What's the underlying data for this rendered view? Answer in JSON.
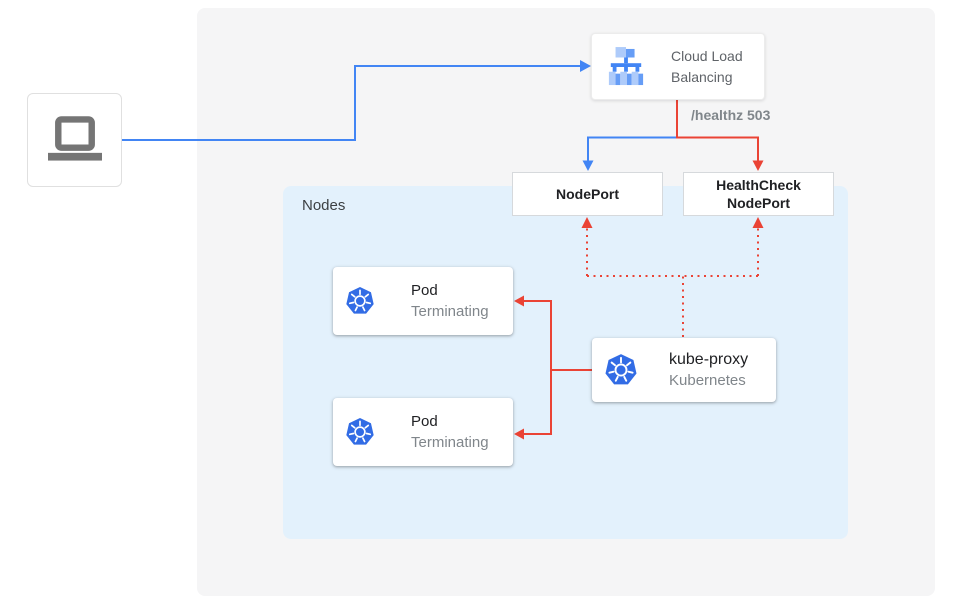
{
  "colors": {
    "blue": "#4285F4",
    "red": "#EA4335",
    "panel_bg": "#F5F5F6",
    "nodes_bg": "#E3F1FC",
    "card_border": "#DADCE0",
    "text_dark": "#202124",
    "text_gray": "#5F6368",
    "text_light": "#80868B",
    "icon_gray": "#757575",
    "k8s_blue": "#326CE5",
    "clb_light": "#AECBFA",
    "clb_medium": "#669DF6",
    "clb_dark": "#4285F4"
  },
  "client": {
    "icon": "laptop-icon"
  },
  "load_balancer": {
    "label": "Cloud Load Balancing",
    "icon": "load-balancer-icon"
  },
  "health_status": {
    "label": "/healthz 503"
  },
  "node_ports": {
    "nodeport": {
      "label": "NodePort"
    },
    "healthcheck_nodeport": {
      "label": "HealthCheck NodePort"
    }
  },
  "groups": {
    "nodes": {
      "label": "Nodes"
    }
  },
  "pods": [
    {
      "title": "Pod",
      "status": "Terminating",
      "icon": "kubernetes-icon"
    },
    {
      "title": "Pod",
      "status": "Terminating",
      "icon": "kubernetes-icon"
    }
  ],
  "kube_proxy": {
    "title": "kube-proxy",
    "subtitle": "Kubernetes",
    "icon": "kubernetes-icon"
  }
}
